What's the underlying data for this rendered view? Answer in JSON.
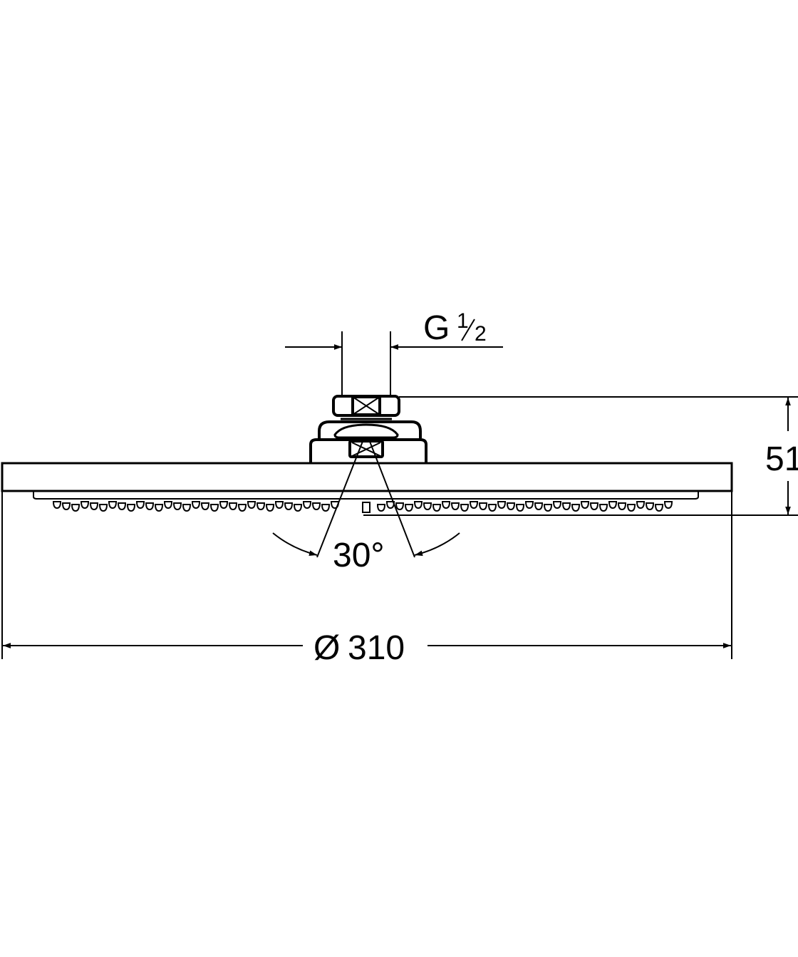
{
  "dimensions": {
    "thread_label": "G",
    "thread_num": "1",
    "thread_den": "2",
    "height": "51",
    "angle": "30°",
    "diameter_symbol": "Ø",
    "diameter": "310"
  },
  "colors": {
    "line": "#000000",
    "background": "#ffffff"
  }
}
